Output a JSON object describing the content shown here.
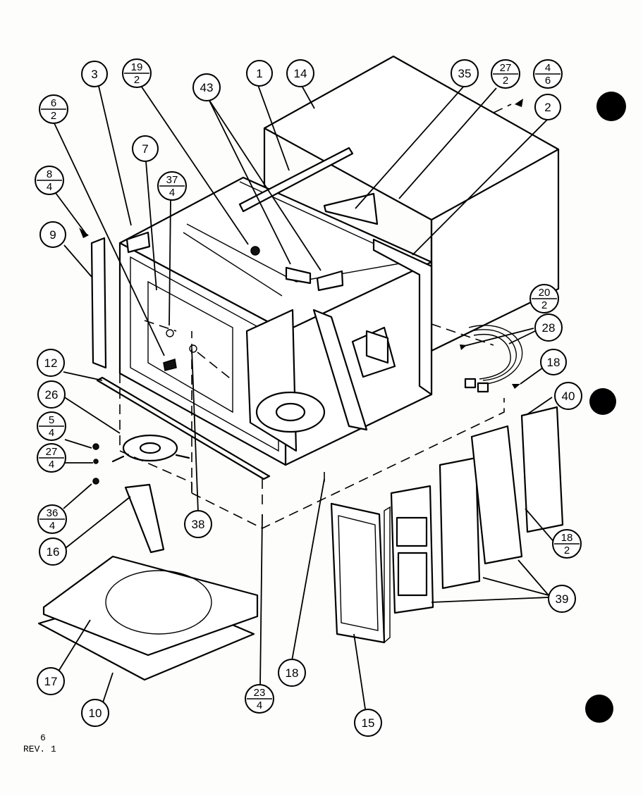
{
  "callouts": {
    "c1": "1",
    "c2": "2",
    "c3": "3",
    "c7": "7",
    "c9": "9",
    "c10": "10",
    "c12": "12",
    "c14": "14",
    "c15": "15",
    "c16": "16",
    "c17": "17",
    "c18a": "18",
    "c18b": "18",
    "c26": "26",
    "c28": "28",
    "c35": "35",
    "c38": "38",
    "c39": "39",
    "c40": "40",
    "c43": "43"
  },
  "fractions": {
    "f6_2": {
      "num": "6",
      "den": "2"
    },
    "f8_4": {
      "num": "8",
      "den": "4"
    },
    "f19_2": {
      "num": "19",
      "den": "2"
    },
    "f37_4": {
      "num": "37",
      "den": "4"
    },
    "f27_2": {
      "num": "27",
      "den": "2"
    },
    "f4_6": {
      "num": "4",
      "den": "6"
    },
    "f20_2": {
      "num": "20",
      "den": "2"
    },
    "f5_4": {
      "num": "5",
      "den": "4"
    },
    "f27_4": {
      "num": "27",
      "den": "4"
    },
    "f36_4": {
      "num": "36",
      "den": "4"
    },
    "f18_2": {
      "num": "18",
      "den": "2"
    },
    "f23_4": {
      "num": "23",
      "den": "4"
    }
  },
  "footer": {
    "page": "6",
    "rev": "REV. 1"
  }
}
